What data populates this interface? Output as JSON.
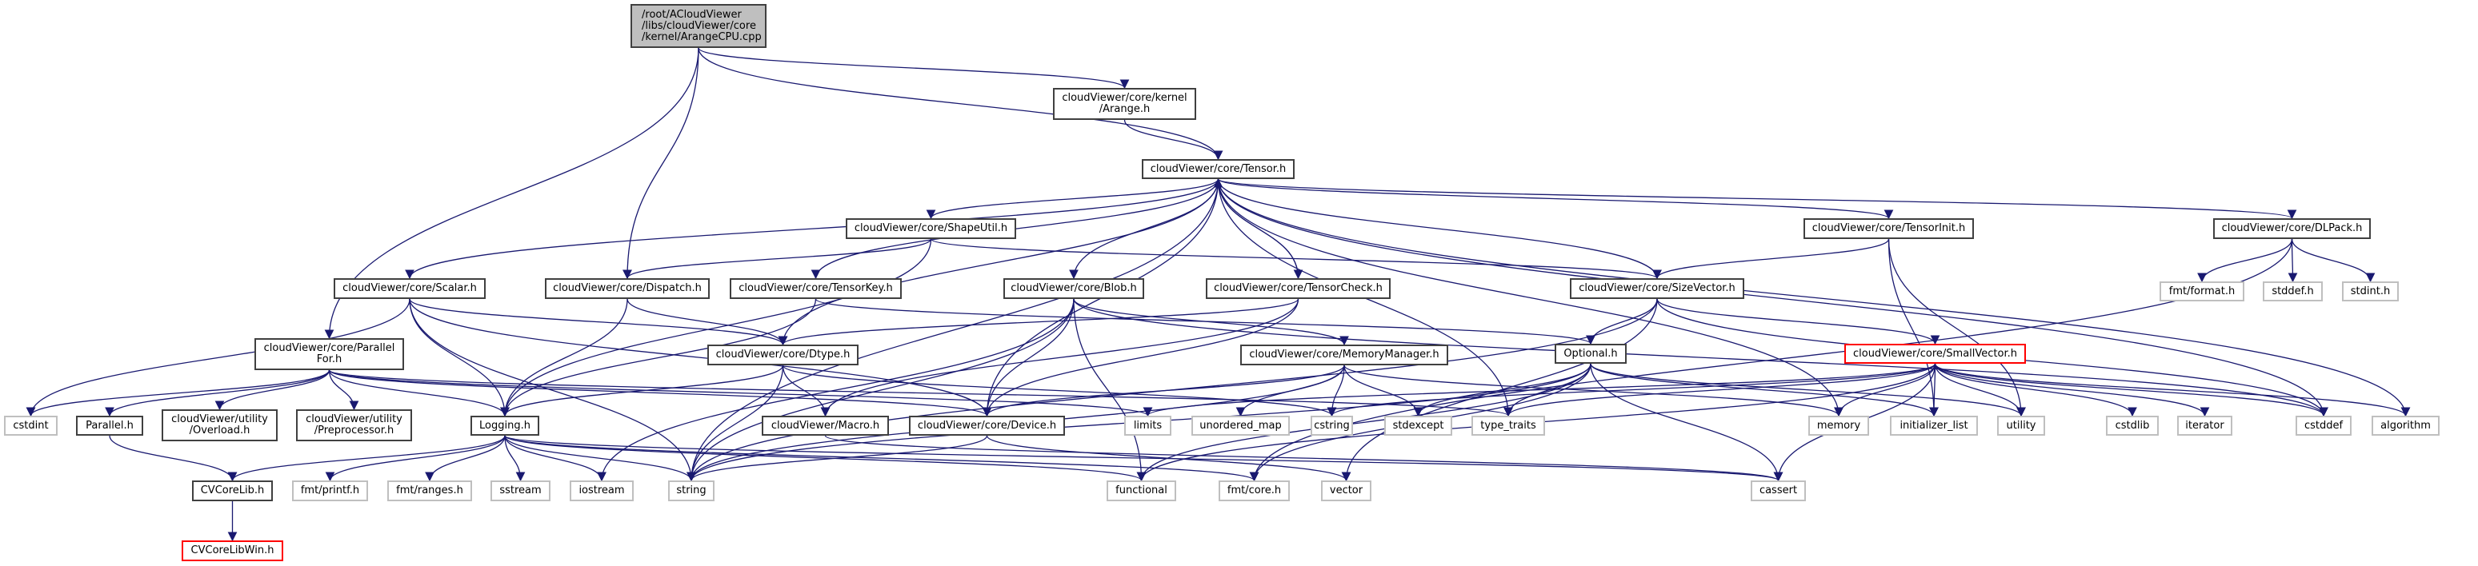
{
  "title": "Include dependency graph for ArangeCPU.cpp",
  "colors": {
    "edge": "#191970",
    "main_fill": "#bfbfbf",
    "node_border": "#404040",
    "system_border": "#bfbfbf",
    "truncated_border": "#ff0000"
  },
  "nodes": [
    {
      "id": "arangecpu",
      "label": "/root/ACloudViewer\n/libs/cloudViewer/core\n/kernel/ArangeCPU.cpp",
      "kind": "main"
    },
    {
      "id": "arange_h",
      "label": "cloudViewer/core/kernel\n/Arange.h",
      "kind": "normal"
    },
    {
      "id": "tensor_h",
      "label": "cloudViewer/core/Tensor.h",
      "kind": "normal"
    },
    {
      "id": "shapeutil_h",
      "label": "cloudViewer/core/ShapeUtil.h",
      "kind": "normal"
    },
    {
      "id": "tensorinit_h",
      "label": "cloudViewer/core/TensorInit.h",
      "kind": "normal"
    },
    {
      "id": "dlpack_h",
      "label": "cloudViewer/core/DLPack.h",
      "kind": "normal"
    },
    {
      "id": "scalar_h",
      "label": "cloudViewer/core/Scalar.h",
      "kind": "normal"
    },
    {
      "id": "dispatch_h",
      "label": "cloudViewer/core/Dispatch.h",
      "kind": "normal"
    },
    {
      "id": "tensorkey_h",
      "label": "cloudViewer/core/TensorKey.h",
      "kind": "normal"
    },
    {
      "id": "blob_h",
      "label": "cloudViewer/core/Blob.h",
      "kind": "normal"
    },
    {
      "id": "tensorcheck_h",
      "label": "cloudViewer/core/TensorCheck.h",
      "kind": "normal"
    },
    {
      "id": "sizevector_h",
      "label": "cloudViewer/core/SizeVector.h",
      "kind": "normal"
    },
    {
      "id": "fmt_format_h",
      "label": "fmt/format.h",
      "kind": "sys"
    },
    {
      "id": "stddef_h",
      "label": "stddef.h",
      "kind": "sys"
    },
    {
      "id": "stdint_h",
      "label": "stdint.h",
      "kind": "sys"
    },
    {
      "id": "parallelfor_h",
      "label": "cloudViewer/core/Parallel\nFor.h",
      "kind": "normal"
    },
    {
      "id": "dtype_h",
      "label": "cloudViewer/core/Dtype.h",
      "kind": "normal"
    },
    {
      "id": "memorymanager_h",
      "label": "cloudViewer/core/MemoryManager.h",
      "kind": "normal"
    },
    {
      "id": "optional_h",
      "label": "Optional.h",
      "kind": "normal"
    },
    {
      "id": "smallvector_h",
      "label": "cloudViewer/core/SmallVector.h",
      "kind": "trunc"
    },
    {
      "id": "cstdint",
      "label": "cstdint",
      "kind": "sys"
    },
    {
      "id": "parallel_h",
      "label": "Parallel.h",
      "kind": "normal"
    },
    {
      "id": "overload_h",
      "label": "cloudViewer/utility\n/Overload.h",
      "kind": "normal"
    },
    {
      "id": "preprocessor_h",
      "label": "cloudViewer/utility\n/Preprocessor.h",
      "kind": "normal"
    },
    {
      "id": "logging_h",
      "label": "Logging.h",
      "kind": "normal"
    },
    {
      "id": "macro_h",
      "label": "cloudViewer/Macro.h",
      "kind": "normal"
    },
    {
      "id": "device_h",
      "label": "cloudViewer/core/Device.h",
      "kind": "normal"
    },
    {
      "id": "limits",
      "label": "limits",
      "kind": "sys"
    },
    {
      "id": "unordered_map",
      "label": "unordered_map",
      "kind": "sys"
    },
    {
      "id": "cstring",
      "label": "cstring",
      "kind": "sys"
    },
    {
      "id": "stdexcept",
      "label": "stdexcept",
      "kind": "sys"
    },
    {
      "id": "type_traits",
      "label": "type_traits",
      "kind": "sys"
    },
    {
      "id": "memory",
      "label": "memory",
      "kind": "sys"
    },
    {
      "id": "initializer_list",
      "label": "initializer_list",
      "kind": "sys"
    },
    {
      "id": "utility",
      "label": "utility",
      "kind": "sys"
    },
    {
      "id": "cstdlib",
      "label": "cstdlib",
      "kind": "sys"
    },
    {
      "id": "iterator",
      "label": "iterator",
      "kind": "sys"
    },
    {
      "id": "cstddef",
      "label": "cstddef",
      "kind": "sys"
    },
    {
      "id": "algorithm",
      "label": "algorithm",
      "kind": "sys"
    },
    {
      "id": "cvcorelib_h",
      "label": "CVCoreLib.h",
      "kind": "normal"
    },
    {
      "id": "fmt_printf_h",
      "label": "fmt/printf.h",
      "kind": "sys"
    },
    {
      "id": "fmt_ranges_h",
      "label": "fmt/ranges.h",
      "kind": "sys"
    },
    {
      "id": "sstream",
      "label": "sstream",
      "kind": "sys"
    },
    {
      "id": "iostream",
      "label": "iostream",
      "kind": "sys"
    },
    {
      "id": "string",
      "label": "string",
      "kind": "sys"
    },
    {
      "id": "functional",
      "label": "functional",
      "kind": "sys"
    },
    {
      "id": "fmt_core_h",
      "label": "fmt/core.h",
      "kind": "sys"
    },
    {
      "id": "vector",
      "label": "vector",
      "kind": "sys"
    },
    {
      "id": "cassert",
      "label": "cassert",
      "kind": "sys"
    },
    {
      "id": "cvcorelibwin_h",
      "label": "CVCoreLibWin.h",
      "kind": "trunc"
    }
  ],
  "edges": [
    [
      "arangecpu",
      "arange_h"
    ],
    [
      "arangecpu",
      "tensor_h"
    ],
    [
      "arangecpu",
      "dispatch_h"
    ],
    [
      "arangecpu",
      "parallelfor_h"
    ],
    [
      "arange_h",
      "tensor_h"
    ],
    [
      "tensor_h",
      "shapeutil_h"
    ],
    [
      "tensor_h",
      "tensorinit_h"
    ],
    [
      "tensor_h",
      "dlpack_h"
    ],
    [
      "tensor_h",
      "scalar_h"
    ],
    [
      "tensor_h",
      "tensorkey_h"
    ],
    [
      "tensor_h",
      "blob_h"
    ],
    [
      "tensor_h",
      "tensorcheck_h"
    ],
    [
      "tensor_h",
      "sizevector_h"
    ],
    [
      "tensor_h",
      "dtype_h"
    ],
    [
      "tensor_h",
      "device_h"
    ],
    [
      "tensor_h",
      "string"
    ],
    [
      "tensor_h",
      "type_traits"
    ],
    [
      "tensor_h",
      "memory"
    ],
    [
      "tensor_h",
      "cstddef"
    ],
    [
      "tensor_h",
      "algorithm"
    ],
    [
      "shapeutil_h",
      "dispatch_h"
    ],
    [
      "shapeutil_h",
      "sizevector_h"
    ],
    [
      "shapeutil_h",
      "logging_h"
    ],
    [
      "tensorinit_h",
      "sizevector_h"
    ],
    [
      "tensorinit_h",
      "initializer_list"
    ],
    [
      "tensorinit_h",
      "utility"
    ],
    [
      "dlpack_h",
      "fmt_format_h"
    ],
    [
      "dlpack_h",
      "stddef_h"
    ],
    [
      "dlpack_h",
      "stdint_h"
    ],
    [
      "dlpack_h",
      "fmt_core_h"
    ],
    [
      "scalar_h",
      "cstdint"
    ],
    [
      "scalar_h",
      "dtype_h"
    ],
    [
      "scalar_h",
      "logging_h"
    ],
    [
      "scalar_h",
      "string"
    ],
    [
      "scalar_h",
      "device_h"
    ],
    [
      "dispatch_h",
      "dtype_h"
    ],
    [
      "dispatch_h",
      "logging_h"
    ],
    [
      "tensorkey_h",
      "logging_h"
    ],
    [
      "tensorkey_h",
      "optional_h"
    ],
    [
      "blob_h",
      "memorymanager_h"
    ],
    [
      "blob_h",
      "device_h"
    ],
    [
      "blob_h",
      "string"
    ],
    [
      "blob_h",
      "functional"
    ],
    [
      "blob_h",
      "iostream"
    ],
    [
      "blob_h",
      "cstddef"
    ],
    [
      "tensorcheck_h",
      "tensor_h"
    ],
    [
      "tensorcheck_h",
      "dtype_h"
    ],
    [
      "tensorcheck_h",
      "device_h"
    ],
    [
      "tensorcheck_h",
      "macro_h"
    ],
    [
      "sizevector_h",
      "optional_h"
    ],
    [
      "sizevector_h",
      "smallvector_h"
    ],
    [
      "sizevector_h",
      "string"
    ],
    [
      "sizevector_h",
      "vector"
    ],
    [
      "sizevector_h",
      "cstddef"
    ],
    [
      "parallelfor_h",
      "cstdint"
    ],
    [
      "parallelfor_h",
      "parallel_h"
    ],
    [
      "parallelfor_h",
      "overload_h"
    ],
    [
      "parallelfor_h",
      "preprocessor_h"
    ],
    [
      "parallelfor_h",
      "logging_h"
    ],
    [
      "parallelfor_h",
      "device_h"
    ],
    [
      "parallelfor_h",
      "type_traits"
    ],
    [
      "parallelfor_h",
      "limits"
    ],
    [
      "dtype_h",
      "logging_h"
    ],
    [
      "dtype_h",
      "macro_h"
    ],
    [
      "dtype_h",
      "string"
    ],
    [
      "dtype_h",
      "cstring"
    ],
    [
      "memorymanager_h",
      "device_h"
    ],
    [
      "memorymanager_h",
      "unordered_map"
    ],
    [
      "memorymanager_h",
      "cstring"
    ],
    [
      "memorymanager_h",
      "stdexcept"
    ],
    [
      "memorymanager_h",
      "memory"
    ],
    [
      "memorymanager_h",
      "string"
    ],
    [
      "optional_h",
      "cassert"
    ],
    [
      "optional_h",
      "functional"
    ],
    [
      "optional_h",
      "initializer_list"
    ],
    [
      "optional_h",
      "stdexcept"
    ],
    [
      "optional_h",
      "string"
    ],
    [
      "optional_h",
      "type_traits"
    ],
    [
      "optional_h",
      "utility"
    ],
    [
      "optional_h",
      "fmt_core_h"
    ],
    [
      "smallvector_h",
      "algorithm"
    ],
    [
      "smallvector_h",
      "cassert"
    ],
    [
      "smallvector_h",
      "cstddef"
    ],
    [
      "smallvector_h",
      "cstdlib"
    ],
    [
      "smallvector_h",
      "cstring"
    ],
    [
      "smallvector_h",
      "initializer_list"
    ],
    [
      "smallvector_h",
      "iterator"
    ],
    [
      "smallvector_h",
      "limits"
    ],
    [
      "smallvector_h",
      "memory"
    ],
    [
      "smallvector_h",
      "type_traits"
    ],
    [
      "smallvector_h",
      "utility"
    ],
    [
      "smallvector_h",
      "functional"
    ],
    [
      "parallel_h",
      "cvcorelib_h"
    ],
    [
      "logging_h",
      "cvcorelib_h"
    ],
    [
      "logging_h",
      "fmt_printf_h"
    ],
    [
      "logging_h",
      "fmt_ranges_h"
    ],
    [
      "logging_h",
      "sstream"
    ],
    [
      "logging_h",
      "iostream"
    ],
    [
      "logging_h",
      "string"
    ],
    [
      "logging_h",
      "functional"
    ],
    [
      "logging_h",
      "fmt_core_h"
    ],
    [
      "logging_h",
      "cassert"
    ],
    [
      "macro_h",
      "cassert"
    ],
    [
      "device_h",
      "string"
    ],
    [
      "device_h",
      "vector"
    ],
    [
      "cvcorelib_h",
      "cvcorelibwin_h"
    ]
  ]
}
